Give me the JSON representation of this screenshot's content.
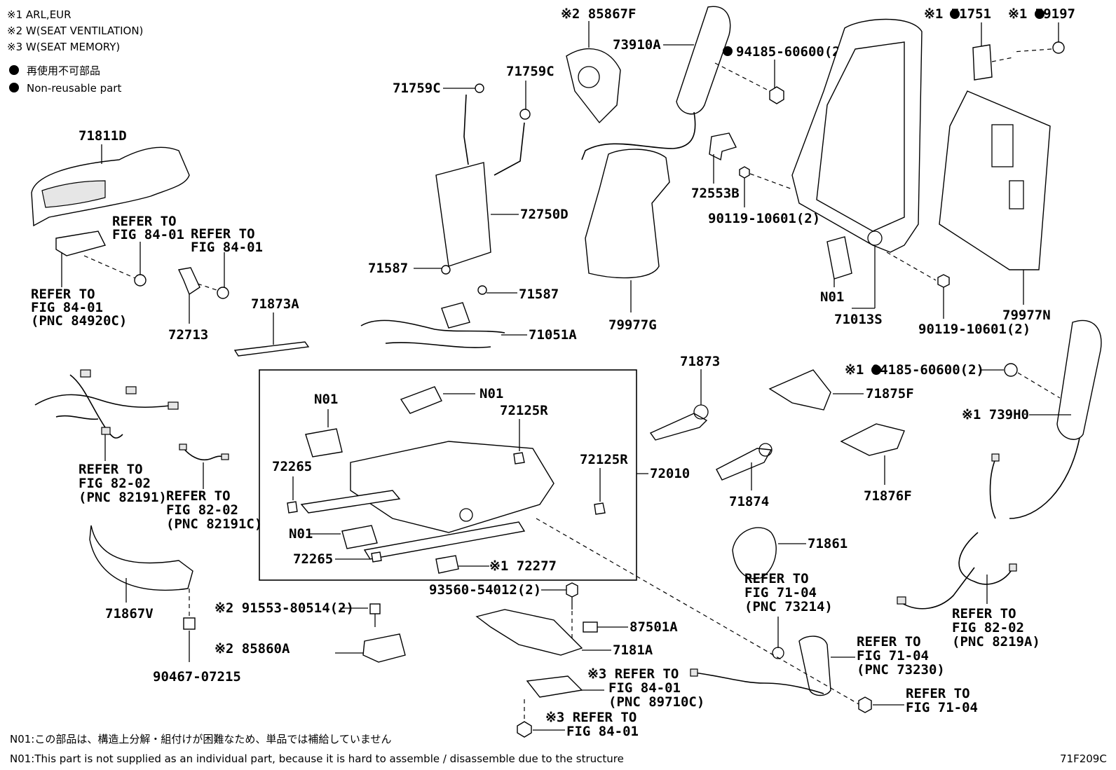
{
  "legend": {
    "notes": [
      "※1 ARL,EUR",
      "※2 W(SEAT VENTILATION)",
      "※3 W(SEAT MEMORY)"
    ],
    "non_reusable_jp": "再使用不可部品",
    "non_reusable_en": "Non-reusable part"
  },
  "labels": {
    "p71811D": "71811D",
    "ref8401_a_1": "REFER TO",
    "ref8401_a_2": "FIG 84-01",
    "ref8401_b_1": "REFER TO",
    "ref8401_b_2": "FIG 84-01",
    "ref8401_c_1": "REFER TO",
    "ref8401_c_2": "FIG 84-01",
    "ref8401_c_3": "(PNC 84920C)",
    "p72713": "72713",
    "p71873A": "71873A",
    "ref8202_a_1": "REFER TO",
    "ref8202_a_2": "FIG 82-02",
    "ref8202_a_3": "(PNC 82191)",
    "ref8202_b_1": "REFER TO",
    "ref8202_b_2": "FIG 82-02",
    "ref8202_b_3": "(PNC 82191C)",
    "p71867V": "71867V",
    "p90467": "90467-07215",
    "p91553": "※2 91553-80514(2)",
    "p85860A": "※2 85860A",
    "p71759C_a": "71759C",
    "p71759C_b": "71759C",
    "p72750D": "72750D",
    "p71587_a": "71587",
    "p71587_b": "71587",
    "p71051A": "71051A",
    "p85867F": "※2 85867F",
    "p73910A": "73910A",
    "p94185_a": "94185-60600(2)",
    "p72553B": "72553B",
    "p90119_a": "90119-10601(2)",
    "p79977G": "79977G",
    "pN01_a": "N01",
    "p71013S": "71013S",
    "p90119_b": "90119-10601(2)",
    "p71751": "※1 71751",
    "p79197": "※1 79197",
    "p79977N": "79977N",
    "pN01_b": "N01",
    "pN01_c": "N01",
    "p72125R_a": "72125R",
    "p72125R_b": "72125R",
    "p72265_a": "72265",
    "p72265_b": "72265",
    "pN01_d": "N01",
    "p72010": "72010",
    "p72277": "※1 72277",
    "p71873": "71873",
    "p71875F": "71875F",
    "p94185_b": "※1 94185-60600(2)",
    "p739H0": "※1 739H0",
    "p71874": "71874",
    "p71876F": "71876F",
    "p71861": "71861",
    "ref7104_a_1": "REFER TO",
    "ref7104_a_2": "FIG 71-04",
    "ref7104_a_3": "(PNC 73214)",
    "ref7104_b_1": "REFER TO",
    "ref7104_b_2": "FIG 71-04",
    "ref7104_b_3": "(PNC 73230)",
    "ref7104_c_1": "REFER TO",
    "ref7104_c_2": "FIG 71-04",
    "ref8202_c_1": "REFER TO",
    "ref8202_c_2": "FIG 82-02",
    "ref8202_c_3": "(PNC 8219A)",
    "p93560": "93560-54012(2)",
    "p87501A": "87501A",
    "p7181A": "7181A",
    "ref8401_d_1": "※3 REFER TO",
    "ref8401_d_2": "FIG 84-01",
    "ref8401_d_3": "(PNC 89710C)",
    "ref8401_e_1": "※3 REFER TO",
    "ref8401_e_2": "FIG 84-01"
  },
  "footer": {
    "n01_jp": "N01:この部品は、構造上分解・組付けが困難なため、単品では補給していません",
    "n01_en": "N01:This part is not supplied as an individual part, because it is hard to assemble / disassemble due to the structure",
    "figure_code": "71F209C"
  }
}
